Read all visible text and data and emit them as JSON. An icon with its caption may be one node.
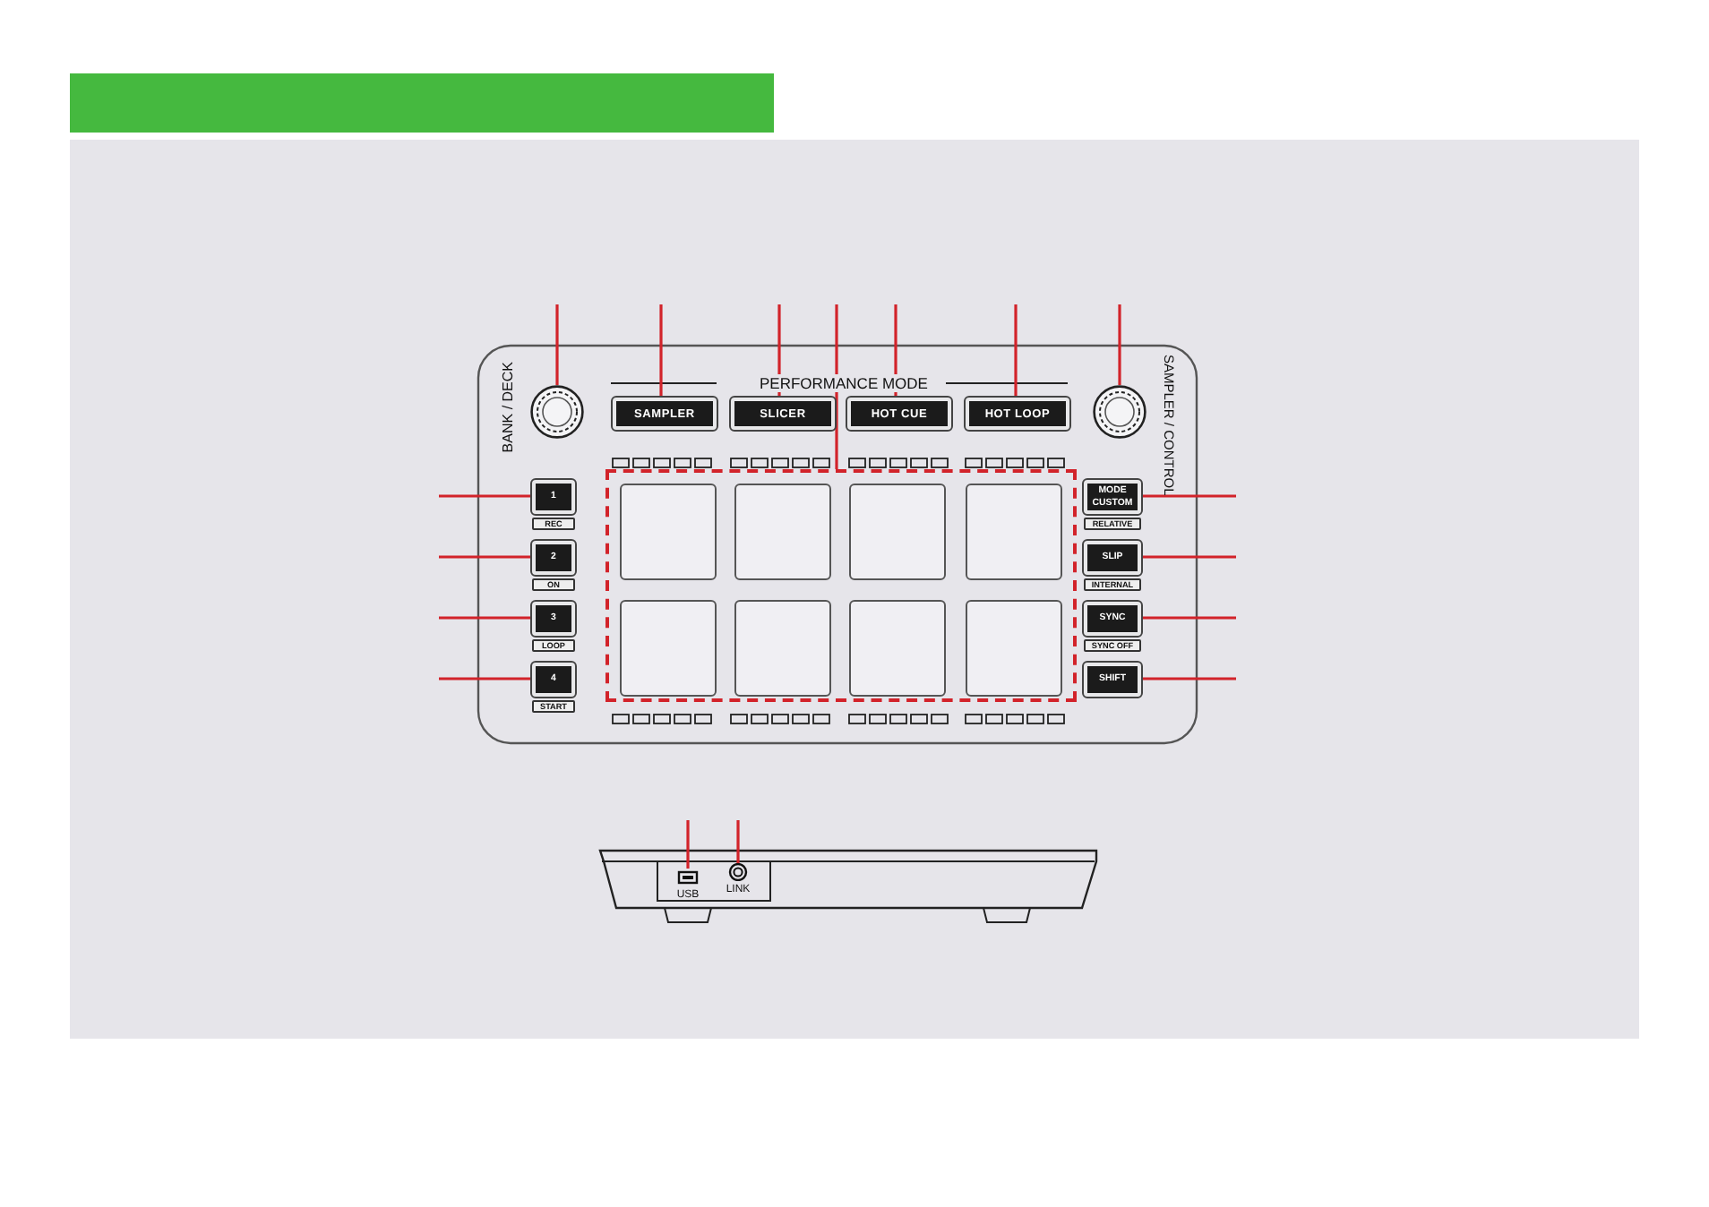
{
  "diagram": {
    "nodes": [
      {
        "text": [],
        "shape": "circle"
      },
      {
        "text": [
          "SAMPLER"
        ]
      },
      {
        "text": [
          "SLICER"
        ]
      },
      {
        "text": [],
        "shape": "box"
      },
      {
        "text": [
          "HOT CUE"
        ]
      },
      {
        "text": [
          "HOT LOOP"
        ]
      },
      {
        "text": [],
        "shape": "circle"
      },
      {
        "text": [
          "1",
          "REC"
        ]
      },
      {
        "text": [
          "2",
          "ON"
        ]
      },
      {
        "text": [
          "3",
          "LOOP"
        ]
      },
      {
        "text": [
          "4",
          "START"
        ]
      },
      {
        "text": [
          "MODE",
          "CUSTOM",
          "RELATIVE"
        ]
      },
      {
        "text": [
          "SLIP",
          "INTERNAL"
        ]
      },
      {
        "text": [
          "SYNC",
          "SYNC OFF"
        ]
      },
      {
        "text": [
          "SHIFT"
        ]
      },
      {
        "text": [
          "USB"
        ]
      },
      {
        "text": [
          "LINK"
        ]
      }
    ],
    "edges": [
      {
        "from": null,
        "to": 0,
        "arrow": "none"
      },
      {
        "from": null,
        "to": 1,
        "arrow": "none"
      },
      {
        "from": null,
        "to": 2,
        "arrow": "none"
      },
      {
        "from": null,
        "to": 3,
        "arrow": "none"
      },
      {
        "from": null,
        "to": 4,
        "arrow": "none"
      },
      {
        "from": null,
        "to": 5,
        "arrow": "none"
      },
      {
        "from": null,
        "to": 6,
        "arrow": "none"
      },
      {
        "from": null,
        "to": 7,
        "arrow": "none"
      },
      {
        "from": null,
        "to": 8,
        "arrow": "none"
      },
      {
        "from": null,
        "to": 9,
        "arrow": "none"
      },
      {
        "from": null,
        "to": 10,
        "arrow": "none"
      },
      {
        "from": null,
        "to": 11,
        "arrow": "none"
      },
      {
        "from": null,
        "to": 12,
        "arrow": "none"
      },
      {
        "from": null,
        "to": 13,
        "arrow": "none"
      },
      {
        "from": null,
        "to": 14,
        "arrow": "none"
      },
      {
        "from": null,
        "to": 15,
        "arrow": "none"
      },
      {
        "from": null,
        "to": 16,
        "arrow": "none"
      }
    ],
    "labels": [
      "PERFORMANCE MODE",
      "BANK / DECK",
      "SAMPLER / CONTROL"
    ]
  }
}
